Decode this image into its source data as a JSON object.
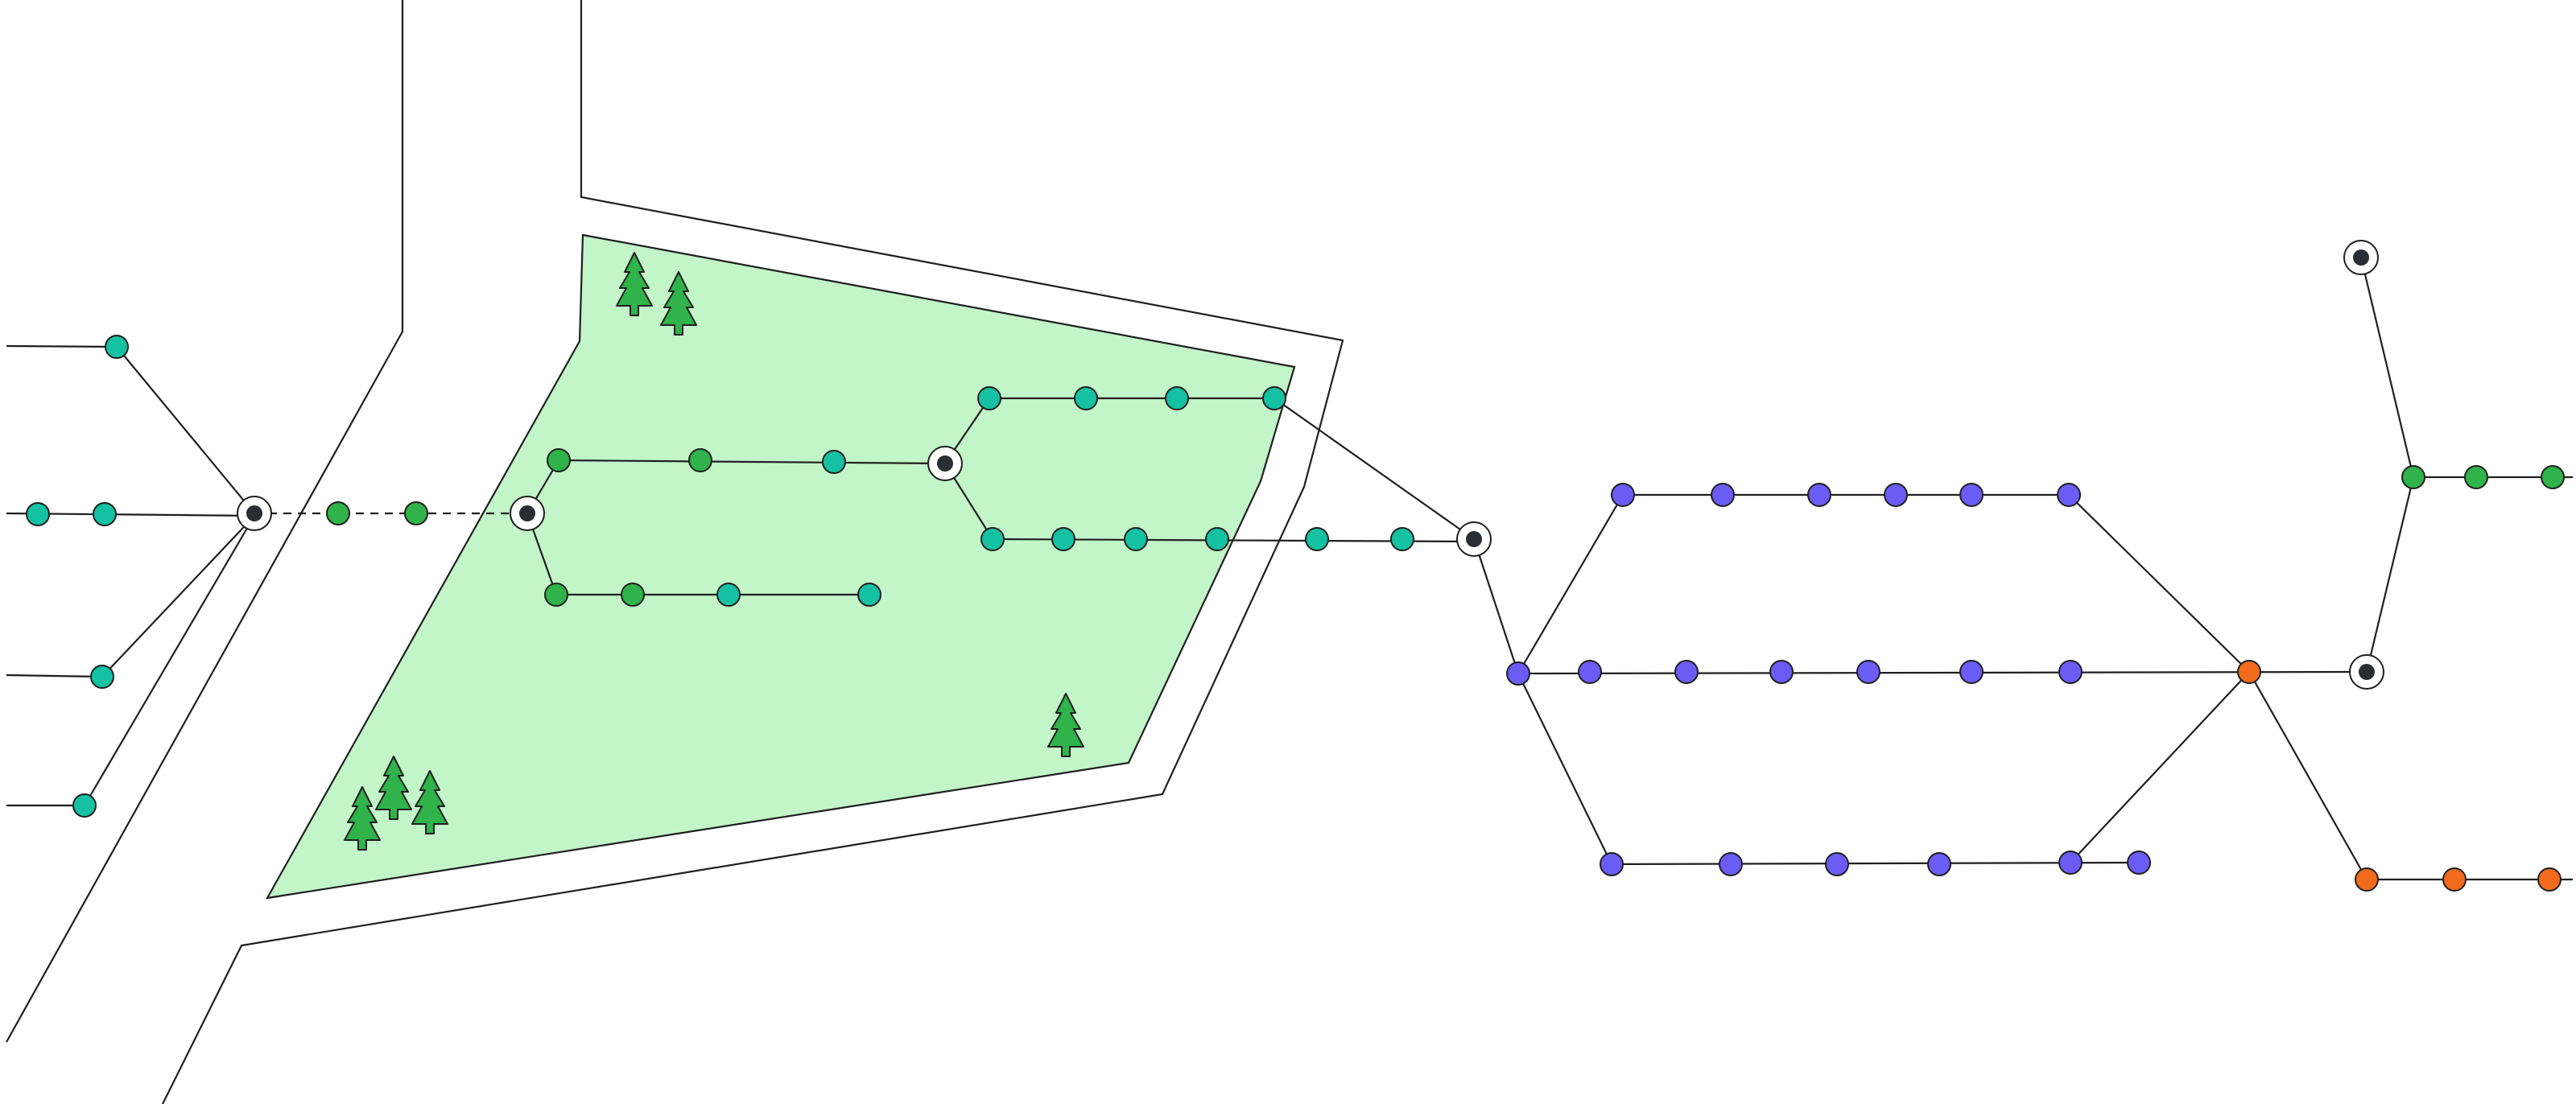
{
  "diagram": {
    "kind": "network-map",
    "colors": {
      "background": "#ffffff",
      "line": "#1f1f1f",
      "park_fill": "#c2f5c8",
      "tree": "#2fb34a",
      "hub": "#2a2d33",
      "node_teal": "#14c2a3",
      "node_green": "#2fb34a",
      "node_blue": "#6a5cf5",
      "node_orange": "#f26b1d"
    },
    "icons": [
      "tree-icon",
      "hub-icon",
      "station-node"
    ],
    "node_colors_used": [
      "teal",
      "green",
      "blue",
      "orange"
    ],
    "hub_count": 6,
    "tree_count": 6
  }
}
